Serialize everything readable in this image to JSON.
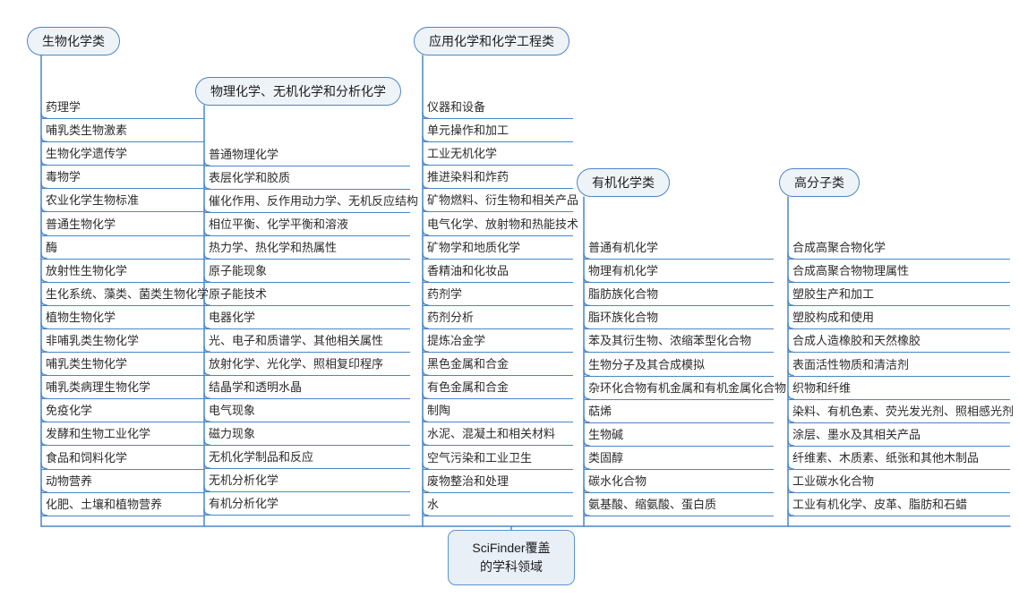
{
  "root": {
    "line1": "SciFinder覆盖",
    "line2": "的学科领域"
  },
  "colors": {
    "line": "#4a86c8",
    "pill_fill": "#eef3f8",
    "pill_border": "#4a86c8",
    "root_fill": "#e8eff7",
    "root_border": "#5a93cf",
    "text": "#2b2b2b",
    "background": "#ffffff"
  },
  "branches": [
    {
      "id": "biochemistry",
      "title": "生物化学类",
      "items": [
        "药理学",
        "哺乳类生物激素",
        "生物化学遗传学",
        "毒物学",
        "农业化学生物标准",
        "普通生物化学",
        "酶",
        "放射性生物化学",
        "生化系统、藻类、菌类生物化学",
        "植物生物化学",
        "非哺乳类生物化学",
        "哺乳类生物化学",
        "哺乳类病理生物化学",
        "免疫化学",
        "发酵和生物工业化学",
        "食品和饲料化学",
        "动物营养",
        "化肥、土壤和植物营养"
      ]
    },
    {
      "id": "physical-inorganic-analytical",
      "title": "物理化学、无机化学和分析化学",
      "items": [
        "普通物理化学",
        "表层化学和胶质",
        "催化作用、反作用动力学、无机反应结构",
        "相位平衡、化学平衡和溶液",
        "热力学、热化学和热属性",
        "原子能现象",
        "原子能技术",
        "电器化学",
        "光、电子和质谱学、其他相关属性",
        "放射化学、光化学、照相复印程序",
        "结晶学和透明水晶",
        "电气现象",
        "磁力现象",
        "无机化学制品和反应",
        "无机分析化学",
        "有机分析化学"
      ]
    },
    {
      "id": "applied-chemistry-engineering",
      "title": "应用化学和化学工程类",
      "items": [
        "仪器和设备",
        "单元操作和加工",
        "工业无机化学",
        "推进染料和炸药",
        "矿物燃料、衍生物和相关产品",
        "电气化学、放射物和热能技术",
        "矿物学和地质化学",
        "香精油和化妆品",
        "药剂学",
        "药剂分析",
        "提炼冶金学",
        "黑色金属和合金",
        "有色金属和合金",
        "制陶",
        "水泥、混凝土和相关材料",
        "空气污染和工业卫生",
        "废物整治和处理",
        "水"
      ]
    },
    {
      "id": "organic-chemistry",
      "title": "有机化学类",
      "items": [
        "普通有机化学",
        "物理有机化学",
        "脂肪族化合物",
        "脂环族化合物",
        "苯及其衍生物、浓缩苯型化合物",
        "生物分子及其合成模拟",
        "杂环化合物有机金属和有机金属化合物",
        "萜烯",
        "生物碱",
        "类固醇",
        "碳水化合物",
        "氨基酸、缩氨酸、蛋白质"
      ]
    },
    {
      "id": "polymer",
      "title": "高分子类",
      "items": [
        "合成高聚合物化学",
        "合成高聚合物物理属性",
        "塑胶生产和加工",
        "塑胶构成和使用",
        "合成人造橡胶和天然橡胶",
        "表面活性物质和清洁剂",
        "织物和纤维",
        "染料、有机色素、荧光发光剂、照相感光剂",
        "涂层、墨水及其相关产品",
        "纤维素、木质素、纸张和其他木制品",
        "工业碳水化合物",
        "工业有机化学、皮革、脂肪和石蜡"
      ]
    }
  ]
}
